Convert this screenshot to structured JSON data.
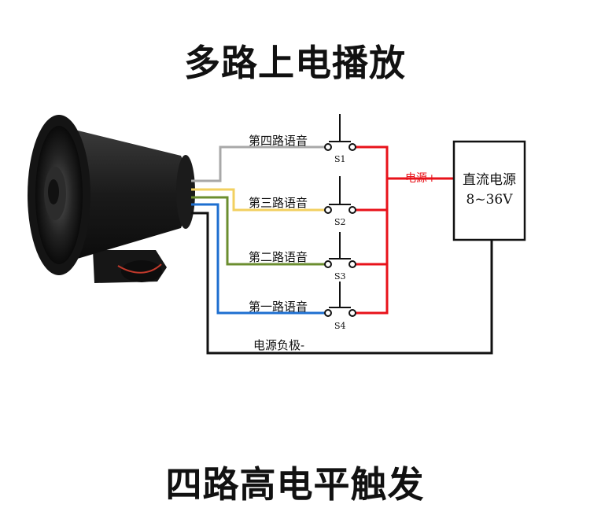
{
  "title_top": "多路上电播放",
  "title_bottom": "四路高电平触发",
  "channels": [
    {
      "label": "第四路语音",
      "switch": "S1",
      "wire_color": "#a8a8a8"
    },
    {
      "label": "第三路语音",
      "switch": "S2",
      "wire_color": "#f2d060"
    },
    {
      "label": "第二路语音",
      "switch": "S3",
      "wire_color": "#6b8e2f"
    },
    {
      "label": "第一路语音",
      "switch": "S4",
      "wire_color": "#1e6fd0"
    }
  ],
  "power_positive_label": "电源+",
  "power_negative_label": "电源负极-",
  "psu": {
    "line1": "直流电源",
    "line2": "8~36V"
  },
  "colors": {
    "positive": "#e8121a",
    "negative": "#111111"
  },
  "icons": {
    "speaker": "horn-speaker-icon"
  }
}
